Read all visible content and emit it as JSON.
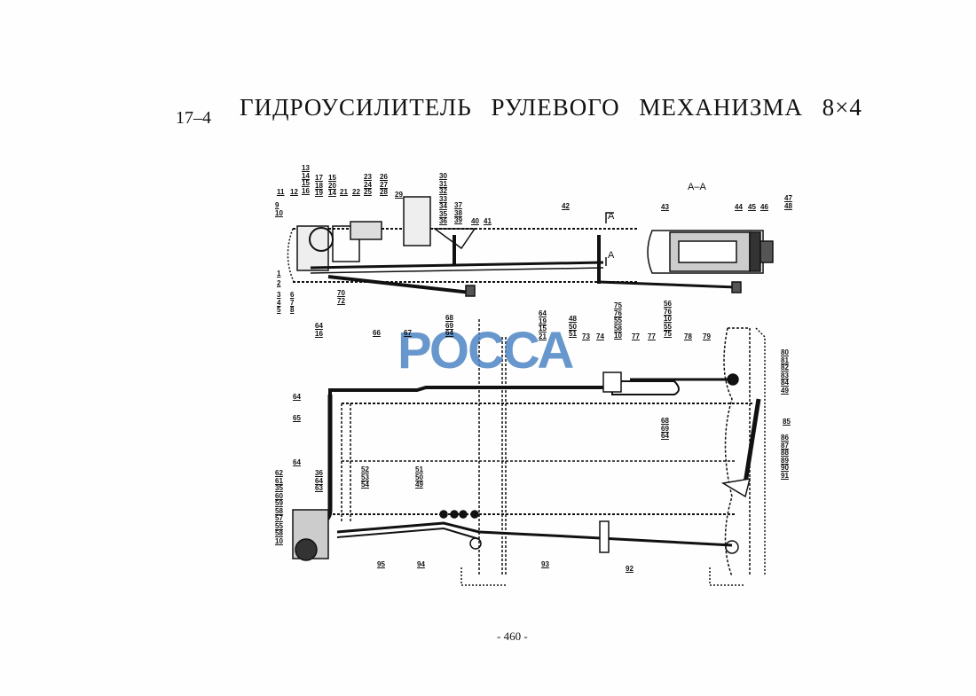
{
  "section": "17–4",
  "title": "ГИДРОУСИЛИТЕЛЬ   РУЛЕВОГО   МЕХАНИЗМА 8×4",
  "page_number": "- 460 -",
  "watermark": "РОССА",
  "section_view": {
    "label": "А–А",
    "marker_top": "А",
    "marker_bottom": "А"
  },
  "callouts": [
    "13\n14\n15\n16",
    "17\n18\n19",
    "15\n20\n14",
    "23\n24\n25",
    "26\n27\n28",
    "30\n31\n32\n33\n34\n35\n36",
    "37\n38\n39",
    "40",
    "41",
    "42",
    "43",
    "44",
    "45",
    "46",
    "47\n48",
    "11",
    "12",
    "9\n10",
    "21",
    "22",
    "29",
    "1",
    "2",
    "3\n4\n5",
    "6\n7\n8",
    "70\n72",
    "64\n16",
    "66",
    "67",
    "68\n69\n64",
    "64\n19\n15\n21",
    "48\n50\n51",
    "73",
    "74",
    "75\n76\n55\n58\n10",
    "77",
    "77",
    "56\n76\n10\n55\n75",
    "78",
    "79",
    "80\n81\n82\n83\n84\n49",
    "85",
    "86\n87\n88\n89\n90\n91",
    "68\n69\n64",
    "64",
    "65",
    "64",
    "62\n61\n35\n60\n59\n58\n57\n55\n58\n10",
    "36\n64\n63",
    "52\n53\n54",
    "51\n50\n49",
    "95",
    "94",
    "93",
    "92"
  ]
}
